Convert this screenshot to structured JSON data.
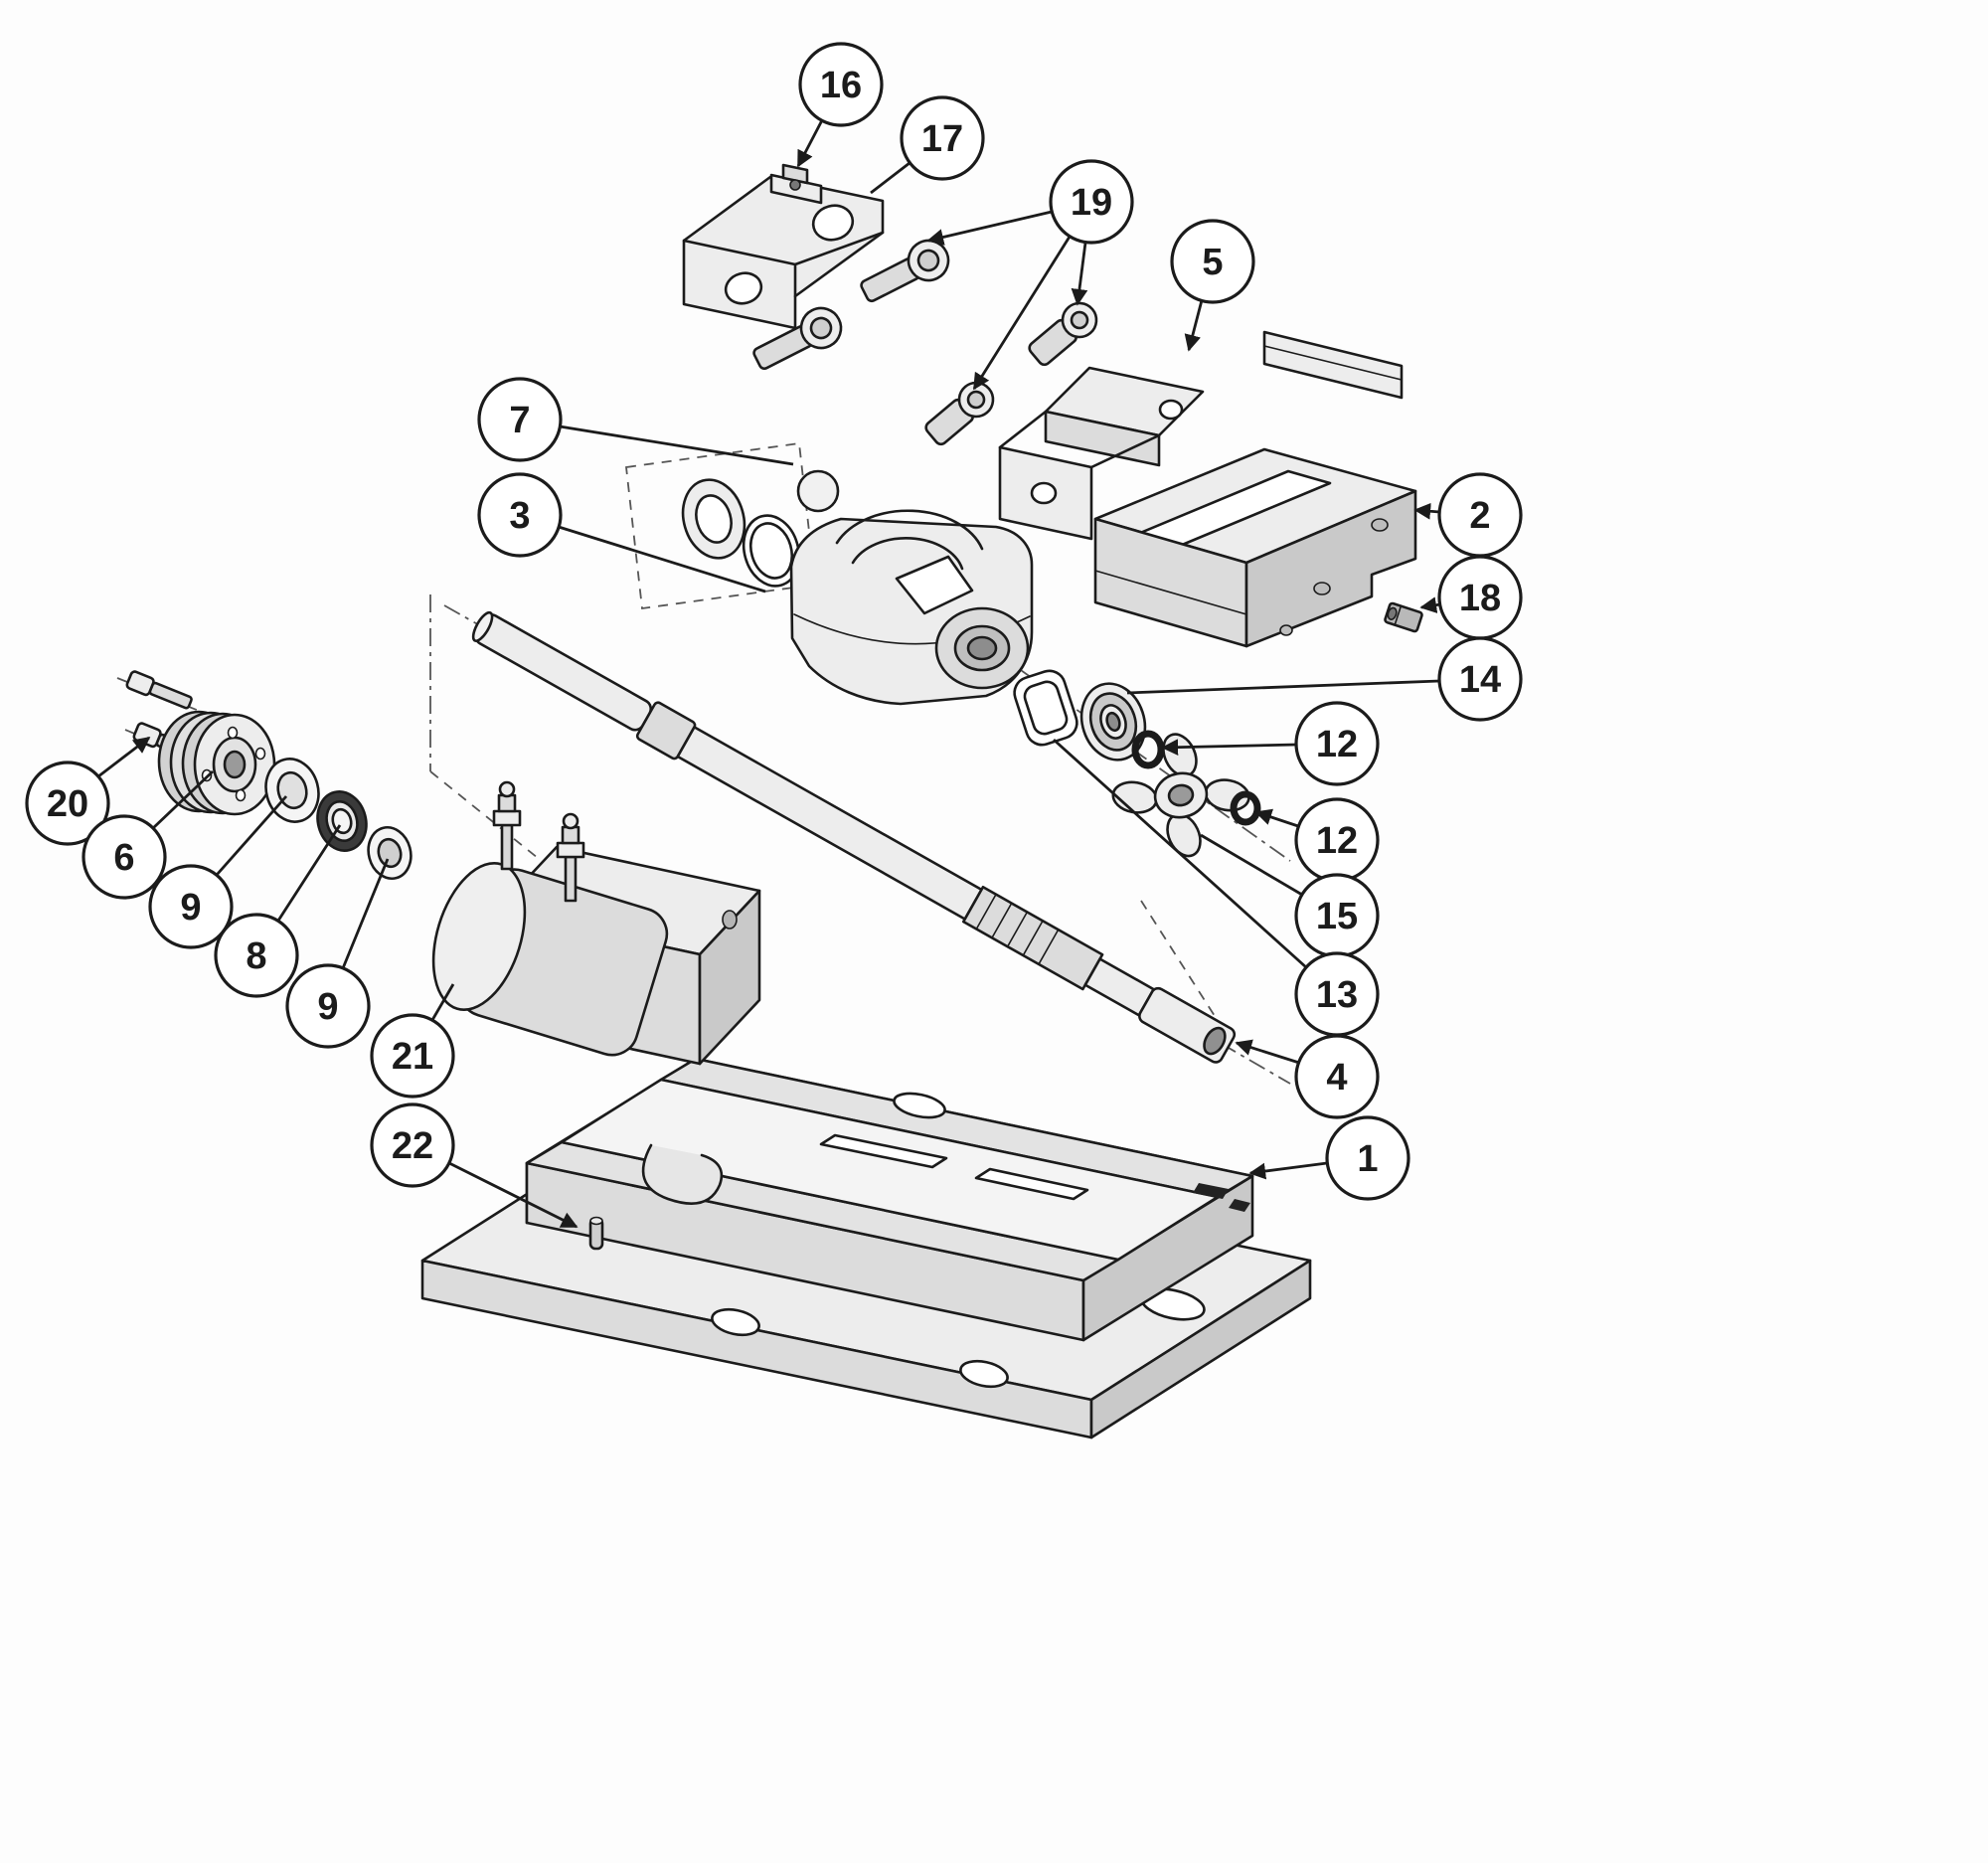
{
  "drawing": {
    "background": "#fdfdfd",
    "ink": "#1b1b1b",
    "balloon_fill": "#ffffff",
    "metal_light": "#ededed",
    "metal_mid": "#dcdcdc",
    "metal_dark": "#c9c9c9"
  },
  "callouts": [
    {
      "label": "16"
    },
    {
      "label": "17"
    },
    {
      "label": "19"
    },
    {
      "label": "5"
    },
    {
      "label": "7"
    },
    {
      "label": "3"
    },
    {
      "label": "2"
    },
    {
      "label": "18"
    },
    {
      "label": "14"
    },
    {
      "label": "12"
    },
    {
      "label": "12"
    },
    {
      "label": "15"
    },
    {
      "label": "13"
    },
    {
      "label": "4"
    },
    {
      "label": "1"
    },
    {
      "label": "20"
    },
    {
      "label": "6"
    },
    {
      "label": "9"
    },
    {
      "label": "8"
    },
    {
      "label": "9"
    },
    {
      "label": "21"
    },
    {
      "label": "22"
    }
  ]
}
